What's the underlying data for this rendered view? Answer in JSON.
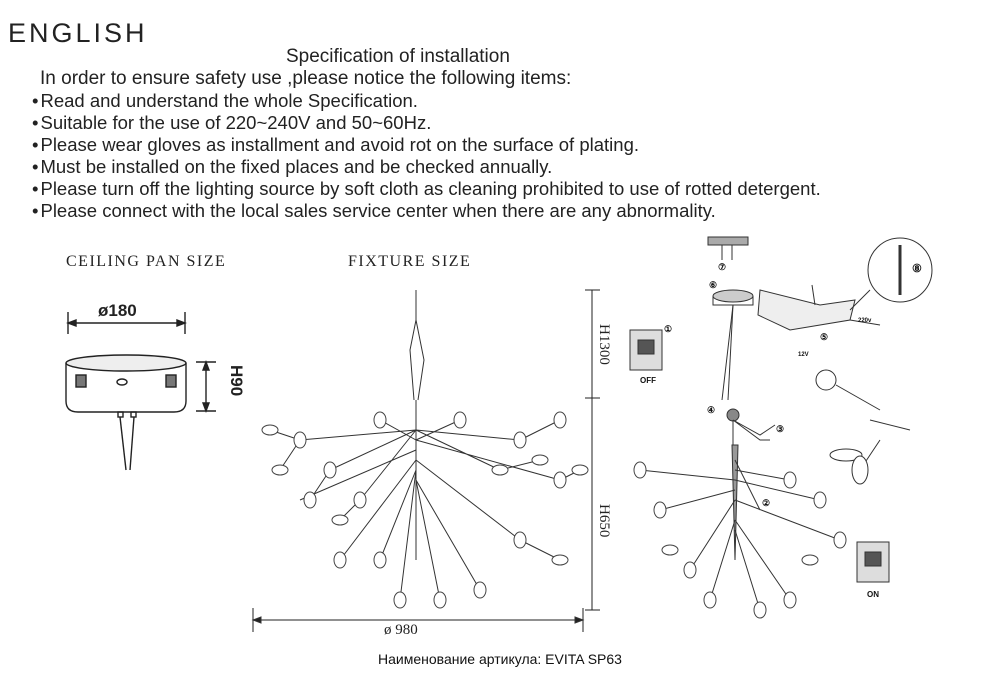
{
  "header": {
    "language": "ENGLISH",
    "title": "Specification of installation",
    "intro": "In order to ensure safety use ,please notice the following items:"
  },
  "items": [
    "Read and understand the whole Specification.",
    "Suitable for the use of 220~240V and 50~60Hz.",
    "Please wear gloves as installment and avoid rot on the surface of plating.",
    "Must be installed on the fixed places and be checked annually.",
    "Please turn off the lighting source by soft cloth as cleaning prohibited to use of rotted detergent.",
    "Please connect with the local sales service center when there are any abnormality."
  ],
  "ceiling_pan": {
    "caption": "CEILING PAN SIZE",
    "diameter": "ø180",
    "height": "H90"
  },
  "fixture": {
    "caption": "FIXTURE SIZE",
    "total_height": "H1300",
    "body_height": "H650",
    "diameter": "ø 980"
  },
  "install": {
    "off_label": "OFF",
    "on_label": "ON",
    "volt_in": "220v",
    "volt_out": "12V",
    "steps": [
      "①",
      "②",
      "③",
      "④",
      "⑤",
      "⑥",
      "⑦",
      "⑧"
    ]
  },
  "footer": {
    "article": "Наименование артикула: EVITA SP63"
  }
}
